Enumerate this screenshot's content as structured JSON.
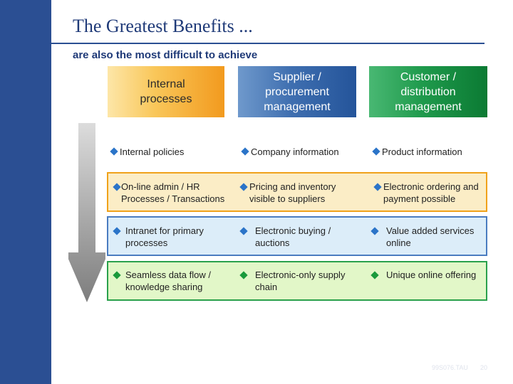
{
  "title": "The Greatest Benefits ...",
  "subtitle": "are also the most difficult to achieve",
  "headers": {
    "internal": "Internal processes",
    "supplier": "Supplier / procurement management",
    "customer": "Customer / distribution management"
  },
  "rows": [
    {
      "internal": "Internal policies",
      "supplier": "Company information",
      "customer": "Product information"
    },
    {
      "internal": "On-line admin / HR Processes / Transactions",
      "supplier": "Pricing and inventory visible to suppliers",
      "customer": "Electronic ordering and payment possible"
    },
    {
      "internal": "Intranet for primary processes",
      "supplier": "Electronic buying / auctions",
      "customer": "Value added services online"
    },
    {
      "internal": "Seamless data flow / knowledge sharing",
      "supplier": "Electronic-only supply chain",
      "customer": "Unique online offering"
    }
  ],
  "footer": {
    "code": "99S076.TAU",
    "page": "20"
  },
  "colors": {
    "sidebar": "#2b4f93",
    "orange": "#f29a1e",
    "blue": "#24549a",
    "green": "#0b7a33"
  }
}
